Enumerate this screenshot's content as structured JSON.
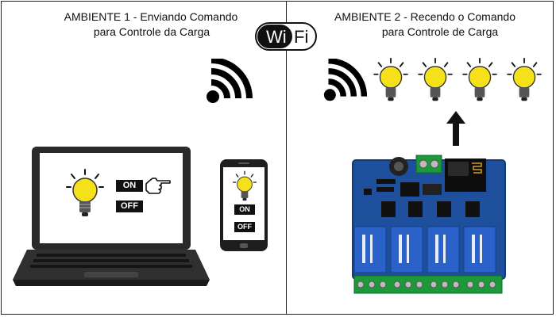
{
  "left_panel": {
    "title_line1": "AMBIENTE 1 - Enviando Comando",
    "title_line2": "para Controle da Carga",
    "laptop_on_label": "ON",
    "laptop_off_label": "OFF",
    "phone_on_label": "ON",
    "phone_off_label": "OFF"
  },
  "right_panel": {
    "title_line1": "AMBIENTE 2 - Recendo o Comando",
    "title_line2": "para Controle de Carga",
    "bulb_count": 4
  },
  "wifi_logo": {
    "text_wi": "Wi",
    "text_fi": "Fi"
  },
  "icons": [
    "wifi-signal-icon",
    "lightbulb-icon",
    "pointing-hand-icon",
    "up-arrow-icon",
    "relay-board-icon"
  ],
  "colors": {
    "bulb_yellow": "#f5e11a",
    "board_blue": "#1d4f9c",
    "relay_blue": "#2a62c9",
    "terminal_green": "#1c9a3a",
    "button_black": "#111111"
  }
}
